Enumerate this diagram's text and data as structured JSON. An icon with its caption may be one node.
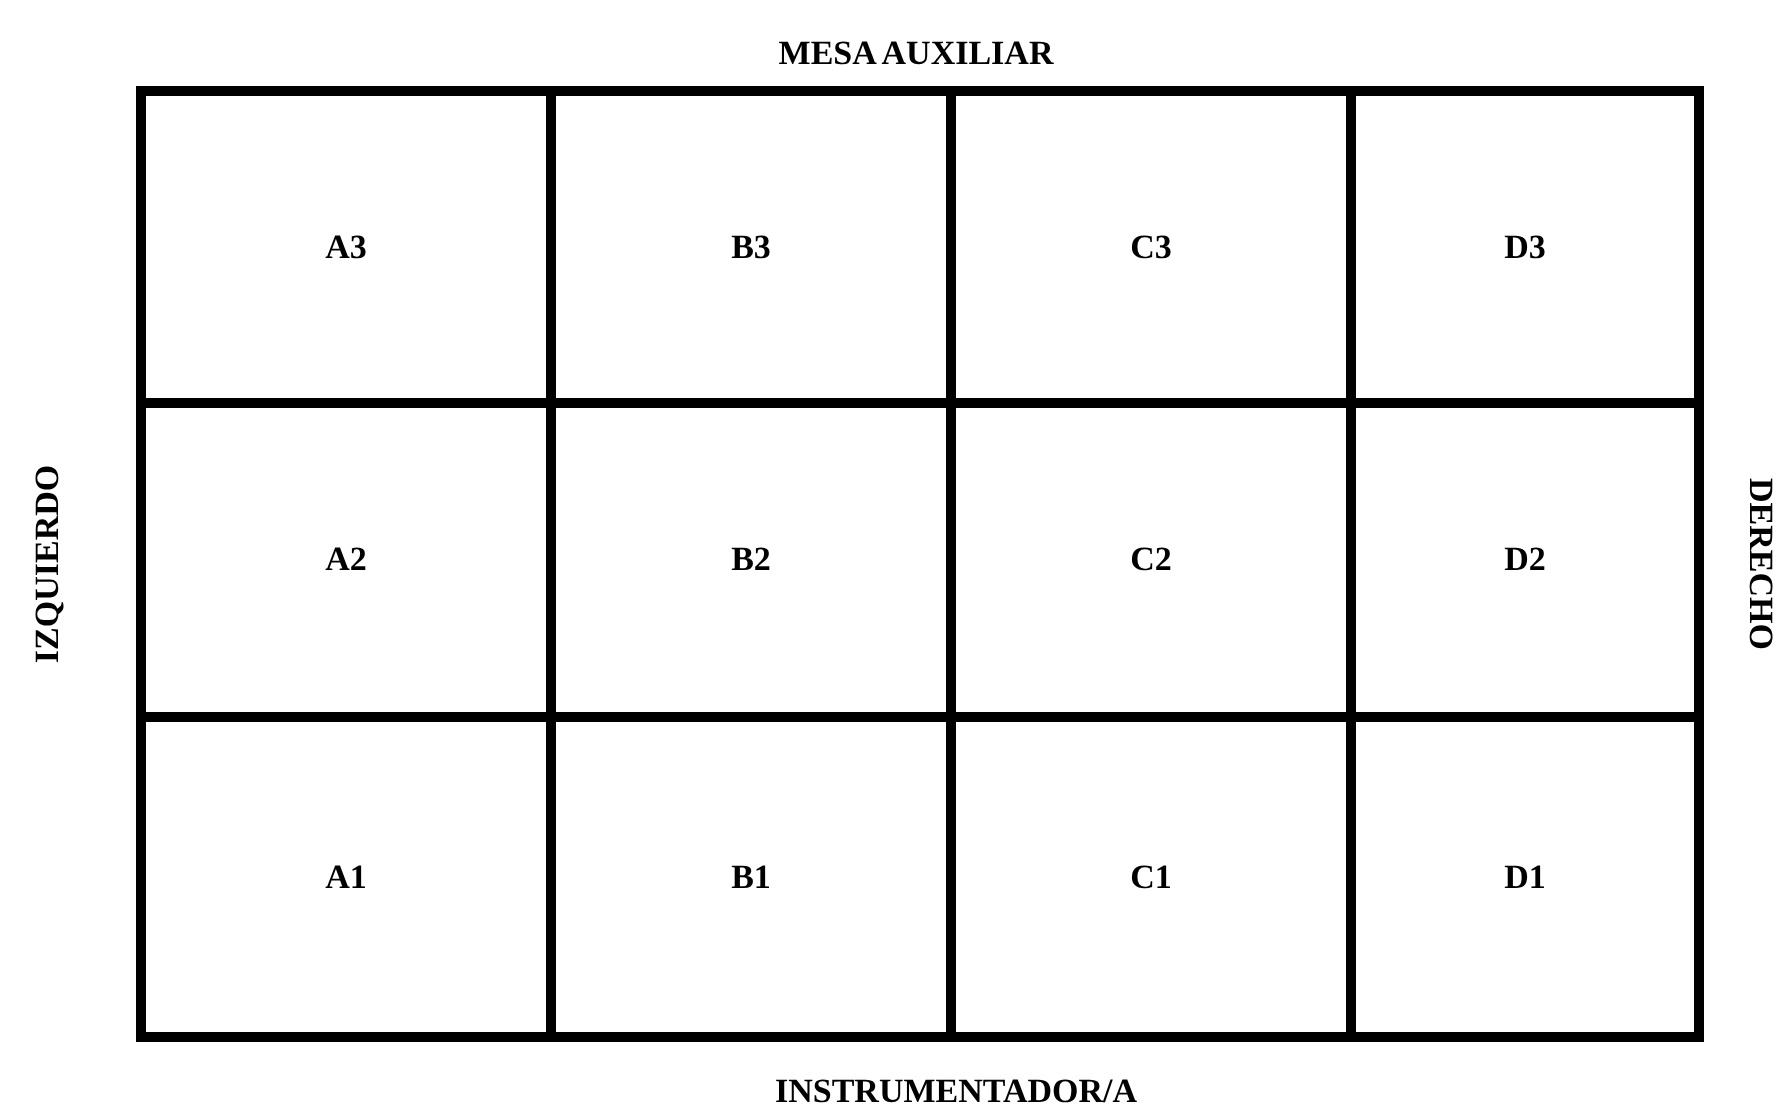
{
  "diagram": {
    "nodes": [
      {
        "text": [
          "A3"
        ]
      },
      {
        "text": [
          "B3"
        ]
      },
      {
        "text": [
          "C3"
        ]
      },
      {
        "text": [
          "D3"
        ]
      },
      {
        "text": [
          "A2"
        ]
      },
      {
        "text": [
          "B2"
        ]
      },
      {
        "text": [
          "C2"
        ]
      },
      {
        "text": [
          "D2"
        ]
      },
      {
        "text": [
          "A1"
        ]
      },
      {
        "text": [
          "B1"
        ]
      },
      {
        "text": [
          "C1"
        ]
      },
      {
        "text": [
          "D1"
        ]
      }
    ],
    "edges": [],
    "labels": [
      "MESA AUXILIAR",
      "IZQUIERDO",
      "DERECHO",
      "INSTRUMENTADOR/A"
    ]
  }
}
